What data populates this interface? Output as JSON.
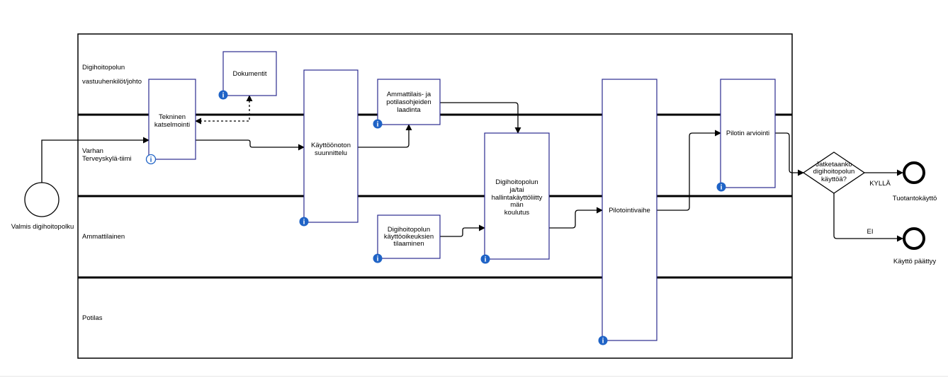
{
  "lanes": [
    {
      "id": "lane-1",
      "label": [
        "Digihoitopolun",
        "vastuuhenkilöt/johto"
      ]
    },
    {
      "id": "lane-2",
      "label": [
        "Varhan",
        "Terveyskylä-tiimi"
      ]
    },
    {
      "id": "lane-3",
      "label": [
        "Ammattilainen"
      ]
    },
    {
      "id": "lane-4",
      "label": [
        "Potilas"
      ]
    }
  ],
  "start_event": {
    "label": "Valmis digihoitopolku"
  },
  "tasks": {
    "dokumentit": [
      "Dokumentit"
    ],
    "tekninen": [
      "Tekninen",
      "katselmointi"
    ],
    "kayttoonoton": [
      "Käyttöönoton",
      "suunnittelu"
    ],
    "ammattilais": [
      "Ammattilais- ja",
      "potilasohjeiden",
      "laadinta"
    ],
    "koulutus": [
      "Digihoitopolun",
      "ja/tai",
      "hallintakäyttöliitty",
      "män",
      "koulutus"
    ],
    "oikeudet": [
      "Digihoitopolun",
      "käyttöoikeuksien",
      "tilaaminen"
    ],
    "pilotointi": [
      "Pilotointivaihe"
    ],
    "arviointi": [
      "Pilotin arviointi"
    ]
  },
  "gateway": {
    "label": [
      "Jatketaanko",
      "digihoitopolun",
      "käyttöä?"
    ]
  },
  "flow_labels": {
    "yes": "KYLLÄ",
    "no": "EI"
  },
  "end_events": {
    "production": "Tuotantokäyttö",
    "ended": "Käyttö päättyy"
  },
  "info_icon": "i",
  "colors": {
    "task_border": "#2b2b8f",
    "info": "#1f63c6"
  }
}
